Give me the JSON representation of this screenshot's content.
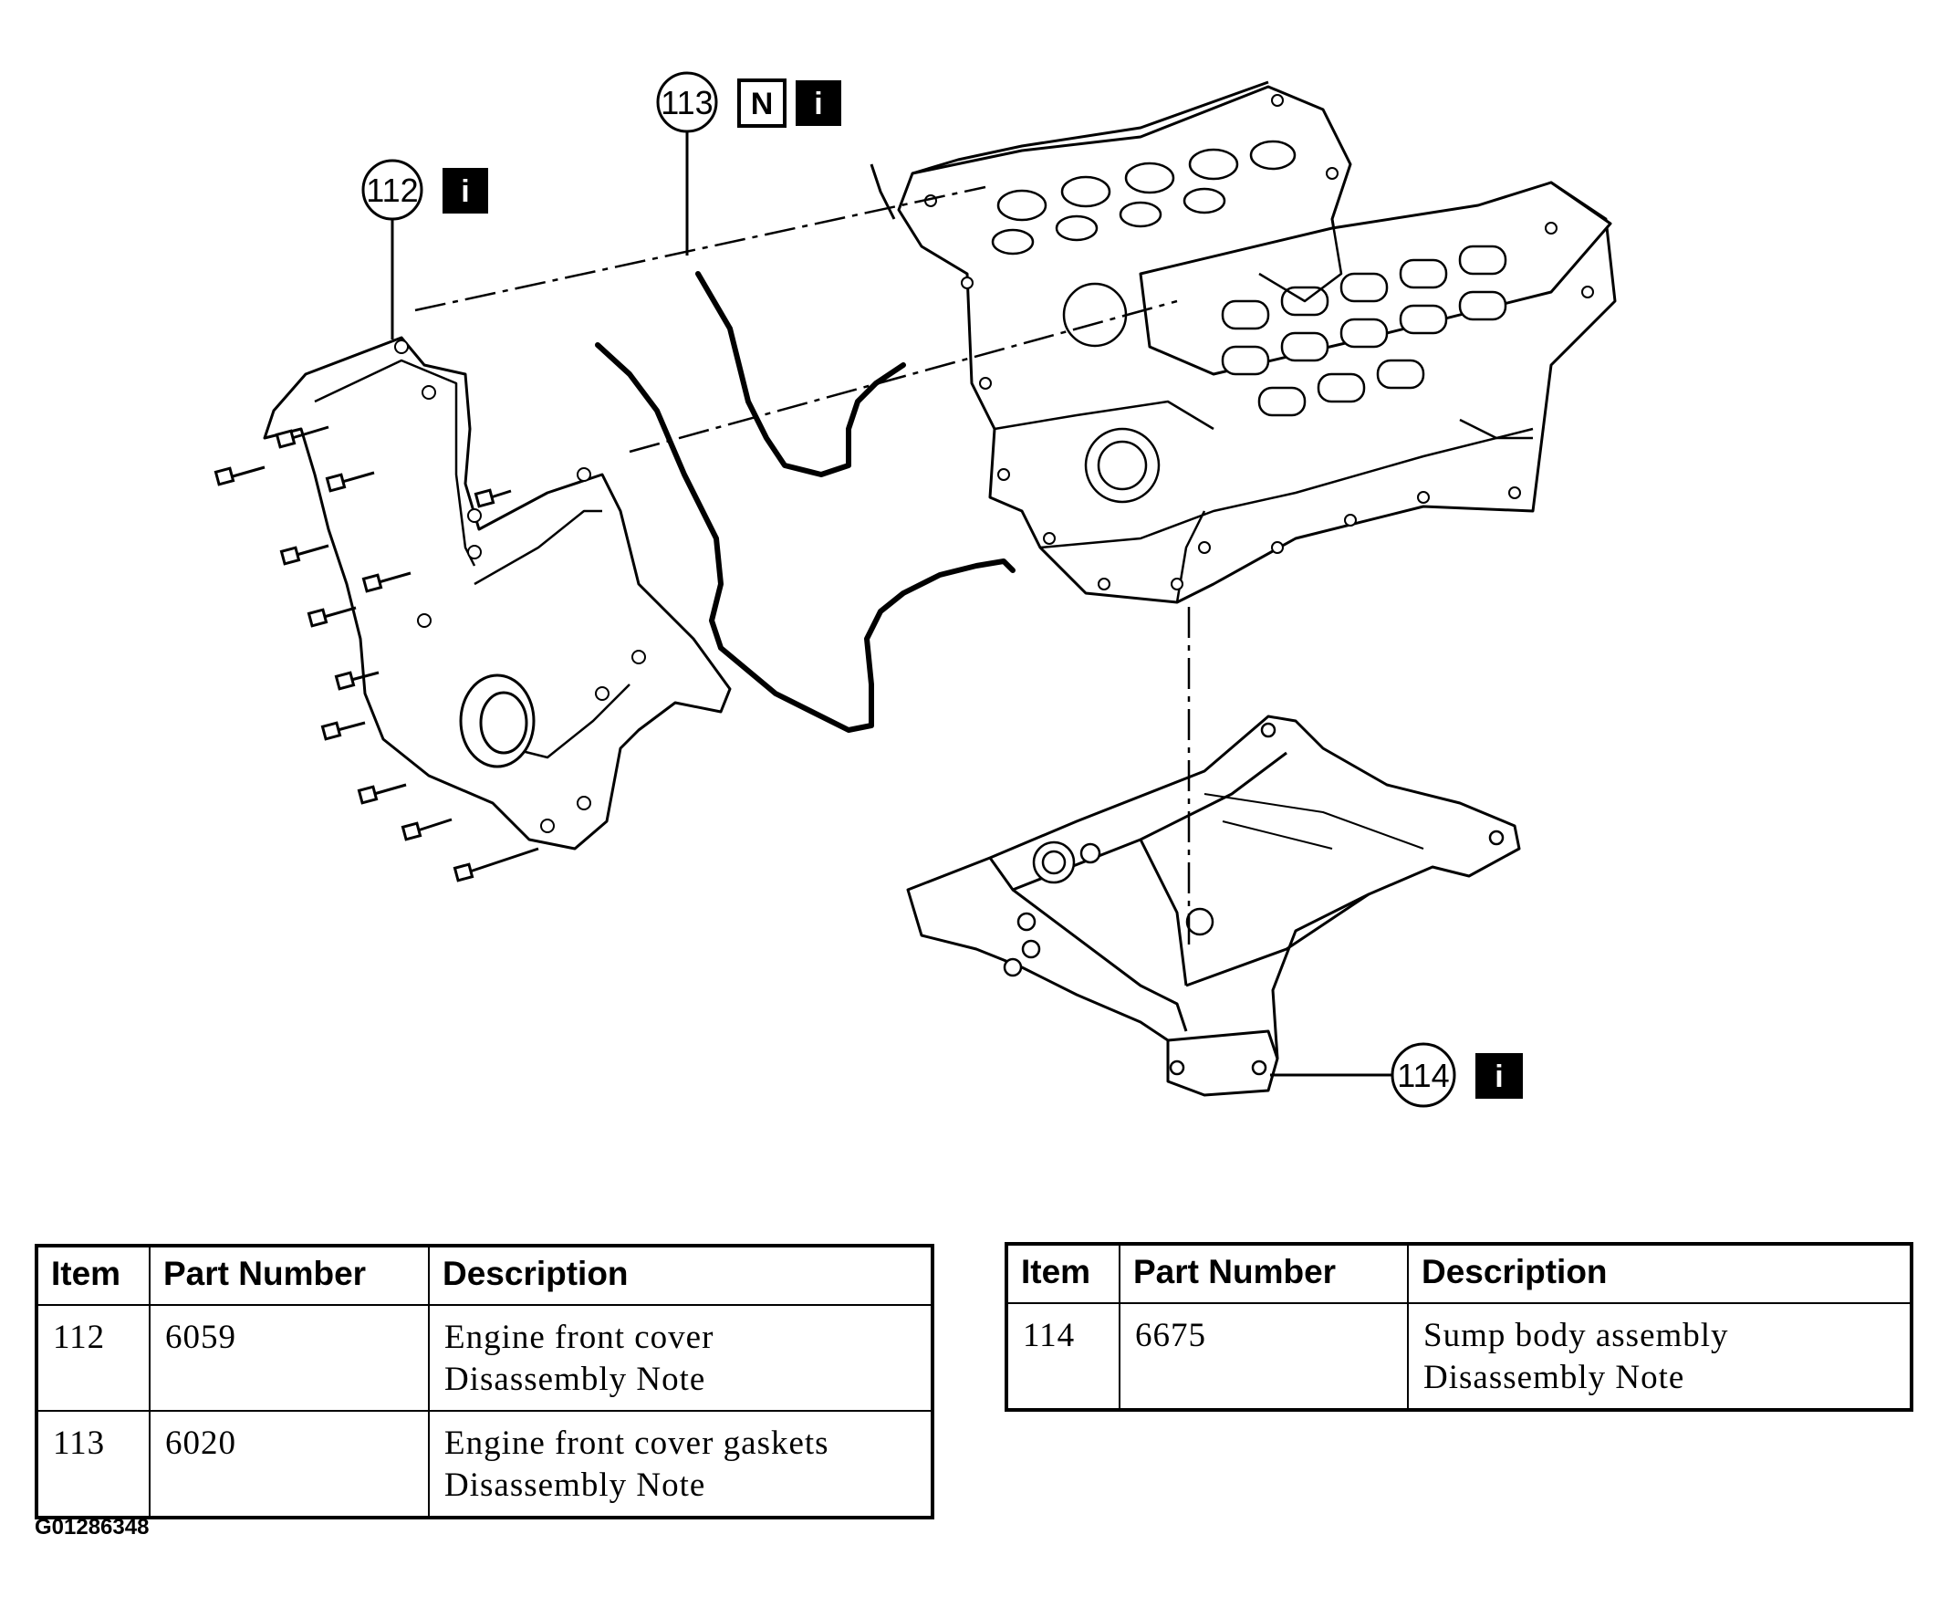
{
  "callouts": [
    {
      "id": "c112",
      "label": "112",
      "badges": [
        "i"
      ]
    },
    {
      "id": "c113",
      "label": "113",
      "badges": [
        "N",
        "i"
      ]
    },
    {
      "id": "c114",
      "label": "114",
      "badges": [
        "i"
      ]
    }
  ],
  "tables": [
    {
      "headers": [
        "Item",
        "Part Number",
        "Description"
      ],
      "rows": [
        {
          "item": "112",
          "part": "6059",
          "desc": [
            "Engine front cover",
            "Disassembly Note"
          ]
        },
        {
          "item": "113",
          "part": "6020",
          "desc": [
            "Engine front cover gaskets",
            "Disassembly Note"
          ]
        }
      ]
    },
    {
      "headers": [
        "Item",
        "Part Number",
        "Description"
      ],
      "rows": [
        {
          "item": "114",
          "part": "6675",
          "desc": [
            "Sump body assembly",
            "Disassembly Note"
          ]
        }
      ]
    }
  ],
  "figure_id": "G01286348"
}
